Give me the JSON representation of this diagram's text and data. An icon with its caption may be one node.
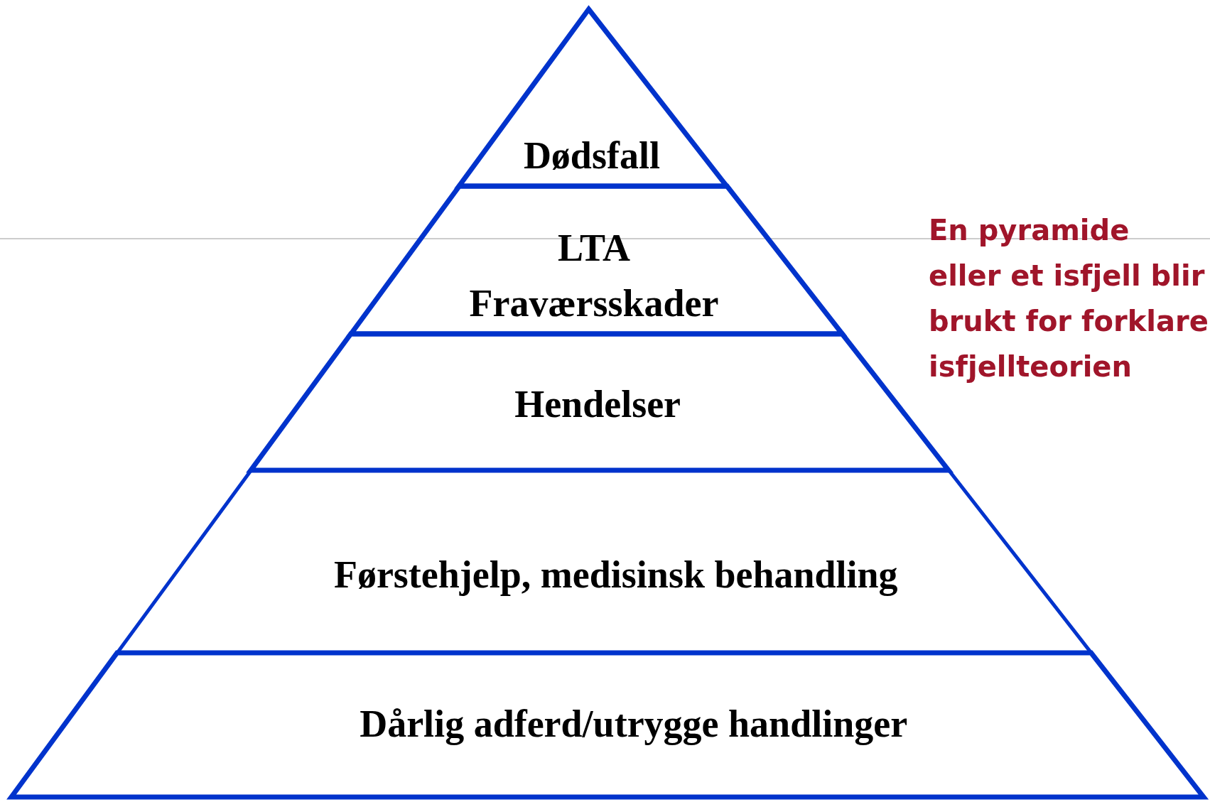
{
  "diagram": {
    "nodes": [
      {
        "text": [
          "Dødsfall"
        ]
      },
      {
        "text": [
          "LTA Fraværsskader"
        ]
      },
      {
        "text": [
          "Hendelser"
        ]
      },
      {
        "text": [
          "Førstehjelp, medisinsk behandling"
        ]
      },
      {
        "text": [
          "Dårlig adferd/utrygge handlinger"
        ]
      }
    ],
    "labels": [
      "En pyramide eller et isfjell blir brukt for forklare isfjellteorien"
    ]
  }
}
